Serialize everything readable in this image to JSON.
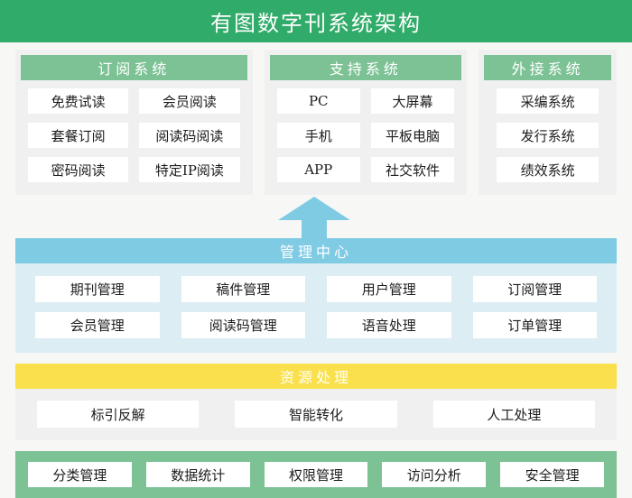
{
  "title": "有图数字刊系统架构",
  "colors": {
    "title_bar": "#31ab69",
    "panel_header_green": "#7cc294",
    "panel_header_blue": "#80cbe4",
    "panel_header_yellow": "#f9e04c",
    "panel_body": "#f0f0f0",
    "mgmt_body": "#dcedf4",
    "page_bg": "#f7f8f6",
    "chip_bg": "#ffffff",
    "arrow": "#80cbe4"
  },
  "top_panels": [
    {
      "header": "订阅系统",
      "items": [
        "免费试读",
        "会员阅读",
        "套餐订阅",
        "阅读码阅读",
        "密码阅读",
        "特定IP阅读"
      ]
    },
    {
      "header": "支持系统",
      "items": [
        "PC",
        "大屏幕",
        "手机",
        "平板电脑",
        "APP",
        "社交软件"
      ]
    },
    {
      "header": "外接系统",
      "items": [
        "采编系统",
        "发行系统",
        "绩效系统"
      ]
    }
  ],
  "arrow": {
    "icon": "arrow-up-icon",
    "direction": "up"
  },
  "management": {
    "header": "管理中心",
    "items": [
      "期刊管理",
      "稿件管理",
      "用户管理",
      "订阅管理",
      "会员管理",
      "阅读码管理",
      "语音处理",
      "订单管理"
    ]
  },
  "resource": {
    "header": "资源处理",
    "items": [
      "标引反解",
      "智能转化",
      "人工处理"
    ]
  },
  "bottom": {
    "items": [
      "分类管理",
      "数据统计",
      "权限管理",
      "访问分析",
      "安全管理"
    ]
  }
}
